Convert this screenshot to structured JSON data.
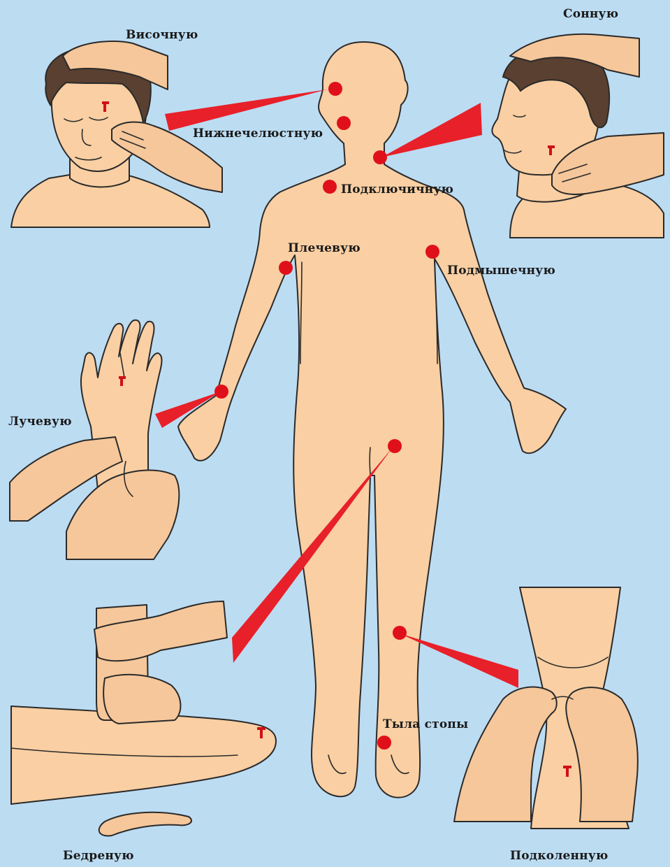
{
  "labels": {
    "temporal": "Височную",
    "mandibular": "Нижнечелюстную",
    "carotid": "Сонную",
    "subclavian": "Подключичную",
    "brachial": "Плечевую",
    "axillary": "Подмышечную",
    "radial": "Лучевую",
    "dorsal_foot": "Тыла стопы",
    "femoral": "Бедреную",
    "popliteal": "Подколенную"
  },
  "colors": {
    "background": "#bcdcf2",
    "skin": "#f9cfa3",
    "pulse_point": "#e0101a",
    "ray": "#e8202a",
    "hair": "#5a4030"
  },
  "icons": {
    "pulse_point": "red-dot",
    "vessel_mark": "red-artery-mark"
  }
}
